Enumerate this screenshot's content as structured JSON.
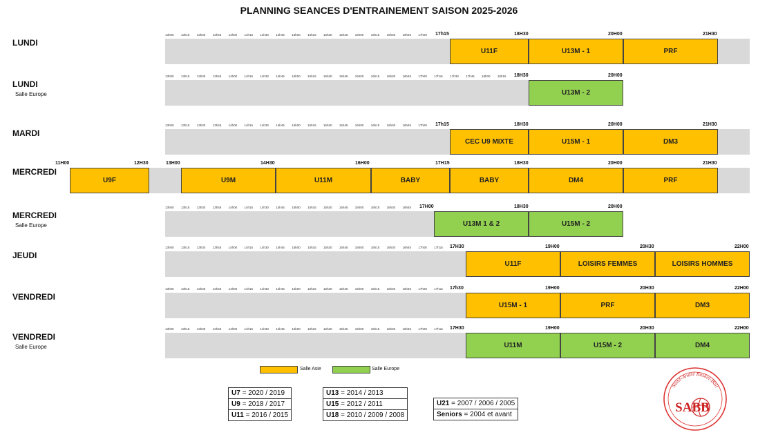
{
  "title": "PLANNING SEANCES D'ENTRAINEMENT SAISON 2025-2026",
  "colors": {
    "asie": "#ffc000",
    "europe": "#92d050",
    "bar": "#d9d9d9"
  },
  "ticks_a": [
    "13h00",
    "13h15",
    "13h30",
    "13h45",
    "14h00",
    "14h15",
    "14h30",
    "14h45",
    "15h00",
    "15h15",
    "15h30",
    "15h45",
    "16h00",
    "16h15",
    "16h30",
    "16h45",
    "17h00"
  ],
  "ticks_b": [
    "13h00",
    "13h15",
    "13h30",
    "13h45",
    "14h00",
    "14h15",
    "14h30",
    "14h45",
    "15h00",
    "15h15",
    "15h30",
    "15h45",
    "16h00",
    "16h15",
    "16h30",
    "16h45",
    "17h00",
    "17h15",
    "17h30",
    "17h45",
    "18h00",
    "18h15"
  ],
  "ticks_c": [
    "13h00",
    "13h15",
    "13h30",
    "13h45",
    "14h00",
    "14h15",
    "14h30",
    "14h45",
    "15h00",
    "15h15",
    "15h30",
    "15h45",
    "16h00",
    "16h15",
    "16h30",
    "16h45"
  ],
  "ticks_d": [
    "13h00",
    "13h15",
    "13h30",
    "13h45",
    "14h00",
    "14h15",
    "14h30",
    "14h45",
    "15h00",
    "15h15",
    "15h30",
    "15h45",
    "16h00",
    "16h15",
    "16h30",
    "16h45",
    "17h00",
    "17h15"
  ],
  "rows": [
    {
      "day": "LUNDI",
      "sub": "",
      "marks": [
        "17h15",
        "18H30",
        "20H00",
        "21H30"
      ],
      "blocks": [
        {
          "label": "U11F",
          "salle": "asie"
        },
        {
          "label": "U13M - 1",
          "salle": "asie"
        },
        {
          "label": "PRF",
          "salle": "asie"
        }
      ]
    },
    {
      "day": "LUNDI",
      "sub": "Salle Europe",
      "marks": [
        "18H30",
        "20H00"
      ],
      "blocks": [
        {
          "label": "U13M - 2",
          "salle": "europe"
        }
      ]
    },
    {
      "day": "MARDI",
      "sub": "",
      "marks": [
        "17h15",
        "18H30",
        "20H00",
        "21H30"
      ],
      "blocks": [
        {
          "label": "CEC U9 MIXTE",
          "salle": "asie"
        },
        {
          "label": "U15M - 1",
          "salle": "asie"
        },
        {
          "label": "DM3",
          "salle": "asie"
        }
      ]
    },
    {
      "day": "MERCREDI",
      "sub": "",
      "marks": [
        "11H00",
        "12H30",
        "13H00",
        "14H30",
        "16H00",
        "17H15",
        "18H30",
        "20H00",
        "21H30"
      ],
      "blocks": [
        {
          "label": "U9F",
          "salle": "asie"
        },
        {
          "label": "U9M",
          "salle": "asie"
        },
        {
          "label": "U11M",
          "salle": "asie"
        },
        {
          "label": "BABY",
          "salle": "asie"
        },
        {
          "label": "BABY",
          "salle": "asie"
        },
        {
          "label": "DM4",
          "salle": "asie"
        },
        {
          "label": "PRF",
          "salle": "asie"
        }
      ]
    },
    {
      "day": "MERCREDI",
      "sub": "Salle Europe",
      "marks": [
        "17H00",
        "18H30",
        "20H00"
      ],
      "blocks": [
        {
          "label": "U13M 1 & 2",
          "salle": "europe"
        },
        {
          "label": "U15M - 2",
          "salle": "europe"
        }
      ]
    },
    {
      "day": "JEUDI",
      "sub": "",
      "marks": [
        "17H30",
        "19H00",
        "20H30",
        "22H00"
      ],
      "blocks": [
        {
          "label": "U11F",
          "salle": "asie"
        },
        {
          "label": "LOISIRS FEMMES",
          "salle": "asie"
        },
        {
          "label": "LOISIRS HOMMES",
          "salle": "asie"
        }
      ]
    },
    {
      "day": "VENDREDI",
      "sub": "",
      "marks": [
        "17h30",
        "19H00",
        "20H30",
        "22H00"
      ],
      "blocks": [
        {
          "label": "U15M - 1",
          "salle": "asie"
        },
        {
          "label": "PRF",
          "salle": "asie"
        },
        {
          "label": "DM3",
          "salle": "asie"
        }
      ]
    },
    {
      "day": "VENDREDI",
      "sub": "Salle Europe",
      "marks": [
        "17H30",
        "19H00",
        "20H30",
        "22H00"
      ],
      "blocks": [
        {
          "label": "U11M",
          "salle": "europe"
        },
        {
          "label": "U15M - 2",
          "salle": "europe"
        },
        {
          "label": "DM4",
          "salle": "europe"
        }
      ]
    }
  ],
  "legend": {
    "asie": "Salle Asie",
    "europe": "Salle Europe"
  },
  "ages": {
    "col1": [
      {
        "k": "U7",
        "v": " = 2020 / 2019"
      },
      {
        "k": "U9",
        "v": " = 2018 / 2017"
      },
      {
        "k": "U11",
        "v": " = 2016 / 2015"
      }
    ],
    "col2": [
      {
        "k": "U13",
        "v": " = 2014 / 2013"
      },
      {
        "k": "U15",
        "v": " = 2012 / 2011"
      },
      {
        "k": "U18",
        "v": " = 2010 / 2009 / 2008"
      }
    ],
    "col3": [
      {
        "k": "U21",
        "v": " = 2007 / 2006 / 2005"
      },
      {
        "k": "Seniors",
        "v": " = 2004 et avant"
      }
    ]
  },
  "logo": {
    "text": "Saint-André Basket-Ball",
    "letters": "SABB"
  }
}
